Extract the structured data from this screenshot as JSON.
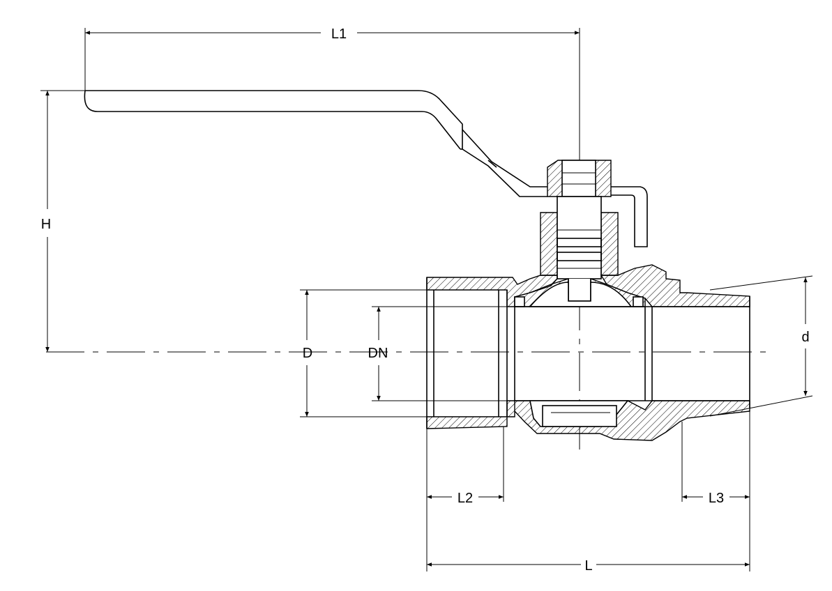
{
  "title": "Ball valve dimensional drawing",
  "labels": {
    "L1": "L1",
    "H": "H",
    "D": "D",
    "DN": "DN",
    "d": "d",
    "L2": "L2",
    "L3": "L3",
    "L": "L"
  },
  "colors": {
    "line": "#000000",
    "background": "#ffffff"
  }
}
